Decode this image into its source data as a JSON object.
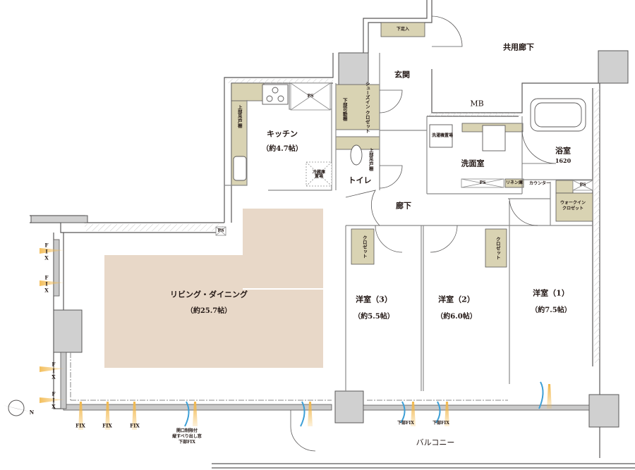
{
  "floorplan": {
    "colors": {
      "wall": "#c9c9c9",
      "wall_line": "#595757",
      "storage": "#d9d3b3",
      "living_floor": "#e8d8c8",
      "pillar": "#d0d0d0",
      "wind_orange": "#f2b84b",
      "wind_blue": "#3d9fd6"
    },
    "rooms": {
      "living": {
        "name": "リビング・ダイニング",
        "size": "（約25.7帖）"
      },
      "kitchen": {
        "name": "キッチン",
        "size": "（約4.7帖）"
      },
      "western3": {
        "name": "洋室（3）",
        "size": "（約5.5帖）"
      },
      "western2": {
        "name": "洋室（2）",
        "size": "（約6.0帖）"
      },
      "western1": {
        "name": "洋室（1）",
        "size": "（約7.5帖）"
      },
      "entrance": {
        "name": "玄関"
      },
      "corridor": {
        "name": "廊下"
      },
      "toilet": {
        "name": "トイレ"
      },
      "washroom": {
        "name": "洗面室"
      },
      "bathroom": {
        "name": "浴室",
        "size": "1620"
      },
      "mb": {
        "name": "MB"
      },
      "common_corridor": {
        "name": "共用廊下"
      },
      "balcony": {
        "name": "バルコニー"
      }
    },
    "storage": {
      "shoe_box": "下足入",
      "shoes_in_closet": "シューズイン クロゼット",
      "lower_movable_shelf": "下部可動棚",
      "upper_cabinet_kitchen": "上部吊戸棚",
      "upper_cabinet_toilet": "上部吊戸棚",
      "fridge_space": "冷蔵庫置場",
      "washer_space": "洗濯機置場",
      "linen": "リネン庫",
      "counter": "カウンター",
      "walk_in_closet": "ウォークイン クロゼット",
      "closet3": "クロゼット",
      "closet2": "クロゼット"
    },
    "ps_labels": [
      "PS",
      "PS",
      "PS",
      "PS"
    ],
    "windows": {
      "fix_left": [
        "FIX",
        "FIX",
        "FIX",
        "FIX"
      ],
      "fix_bottom": [
        "FIX",
        "FIX",
        "FIX"
      ],
      "sliding_note_1": "開口制限付",
      "sliding_note_2": "縦すべり出し窓",
      "sliding_note_3": "下部FIX",
      "lower_fix_1": "下部FIX",
      "lower_fix_2": "下部FIX"
    },
    "compass": {
      "north_label": "N"
    }
  }
}
